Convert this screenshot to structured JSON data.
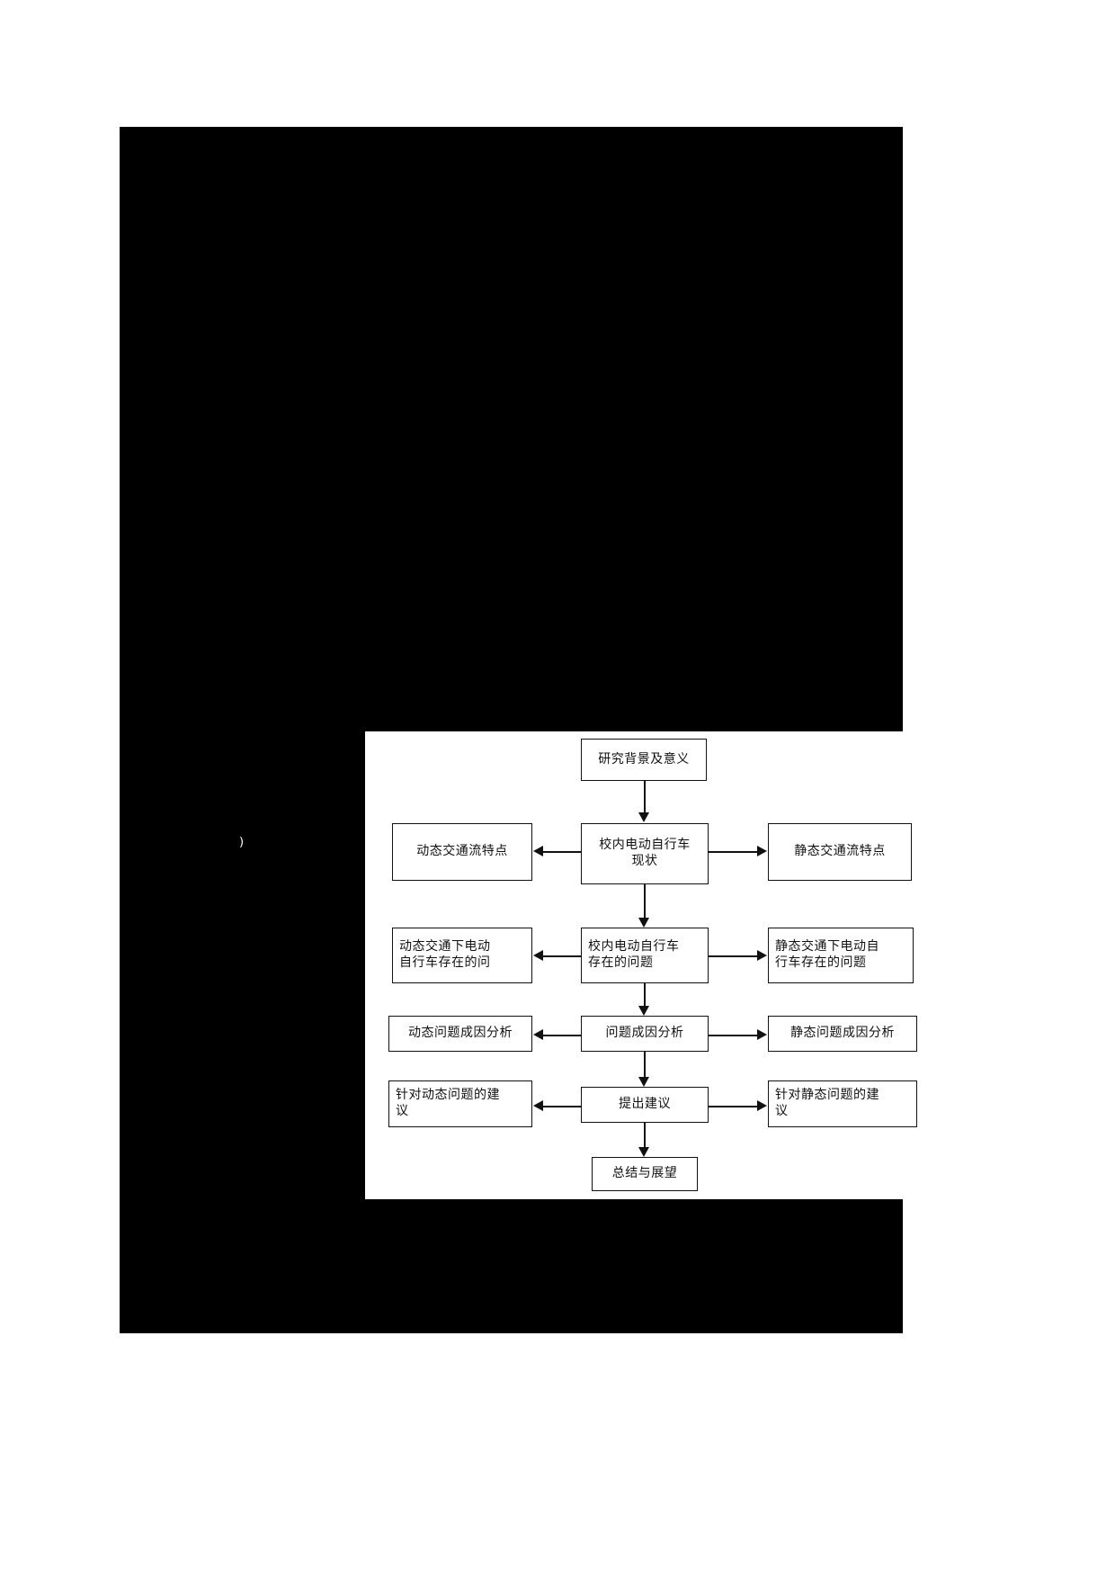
{
  "document": {
    "background_color": "#ffffff",
    "scan_color": "#000000",
    "figure_background_color": "#ffffff",
    "line_color": "#111111"
  },
  "diagram_data": {
    "type": "flowchart",
    "title": "",
    "orientation": "top-to-bottom with lateral branches",
    "nodes": [
      {
        "id": "n1",
        "label": "研究背景及意义",
        "column": "center",
        "row": 1
      },
      {
        "id": "n2",
        "label": "校内电动自行车\n现状",
        "column": "center",
        "row": 2
      },
      {
        "id": "n2l",
        "label": "动态交通流特点",
        "column": "left",
        "row": 2
      },
      {
        "id": "n2r",
        "label": "静态交通流特点",
        "column": "right",
        "row": 2
      },
      {
        "id": "n3",
        "label": "校内电动自行车\n存在的问题",
        "column": "center",
        "row": 3
      },
      {
        "id": "n3l",
        "label": "动态交通下电动\n自行车存在的问",
        "column": "left",
        "row": 3
      },
      {
        "id": "n3r",
        "label": "静态交通下电动自\n行车存在的问题",
        "column": "right",
        "row": 3
      },
      {
        "id": "n4",
        "label": "问题成因分析",
        "column": "center",
        "row": 4
      },
      {
        "id": "n4l",
        "label": "动态问题成因分析",
        "column": "left",
        "row": 4
      },
      {
        "id": "n4r",
        "label": "静态问题成因分析",
        "column": "right",
        "row": 4
      },
      {
        "id": "n5",
        "label": "提出建议",
        "column": "center",
        "row": 5
      },
      {
        "id": "n5l",
        "label": "针对动态问题的建\n议",
        "column": "left",
        "row": 5
      },
      {
        "id": "n5r",
        "label": "针对静态问题的建\n议",
        "column": "right",
        "row": 5
      },
      {
        "id": "n6",
        "label": "总结与展望",
        "column": "center",
        "row": 6
      }
    ],
    "edges": [
      {
        "from": "n1",
        "to": "n2",
        "direction": "down"
      },
      {
        "from": "n2",
        "to": "n2l",
        "direction": "left"
      },
      {
        "from": "n2",
        "to": "n2r",
        "direction": "right"
      },
      {
        "from": "n2",
        "to": "n3",
        "direction": "down"
      },
      {
        "from": "n3",
        "to": "n3l",
        "direction": "left"
      },
      {
        "from": "n3",
        "to": "n3r",
        "direction": "right"
      },
      {
        "from": "n3",
        "to": "n4",
        "direction": "down"
      },
      {
        "from": "n4",
        "to": "n4l",
        "direction": "left"
      },
      {
        "from": "n4",
        "to": "n4r",
        "direction": "right"
      },
      {
        "from": "n4",
        "to": "n5",
        "direction": "down"
      },
      {
        "from": "n5",
        "to": "n5l",
        "direction": "left"
      },
      {
        "from": "n5",
        "to": "n5r",
        "direction": "right"
      },
      {
        "from": "n5",
        "to": "n6",
        "direction": "down"
      }
    ]
  },
  "flowchart": {
    "row1": {
      "center": "研究背景及意义"
    },
    "row2": {
      "left": "动态交通流特点",
      "center_line1": "校内电动自行车",
      "center_line2": "现状",
      "right": "静态交通流特点"
    },
    "row3": {
      "left_line1": "动态交通下电动",
      "left_line2": "自行车存在的问",
      "center_line1": "校内电动自行车",
      "center_line2": "存在的问题",
      "right_line1": "静态交通下电动自",
      "right_line2": "行车存在的问题"
    },
    "row4": {
      "left": "动态问题成因分析",
      "center": "问题成因分析",
      "right": "静态问题成因分析"
    },
    "row5": {
      "left_line1": "针对动态问题的建",
      "left_line2": "议",
      "center": "提出建议",
      "right_line1": "针对静态问题的建",
      "right_line2": "议"
    },
    "row6": {
      "center": "总结与展望"
    }
  },
  "artifacts": {
    "stray_mark": ")"
  }
}
